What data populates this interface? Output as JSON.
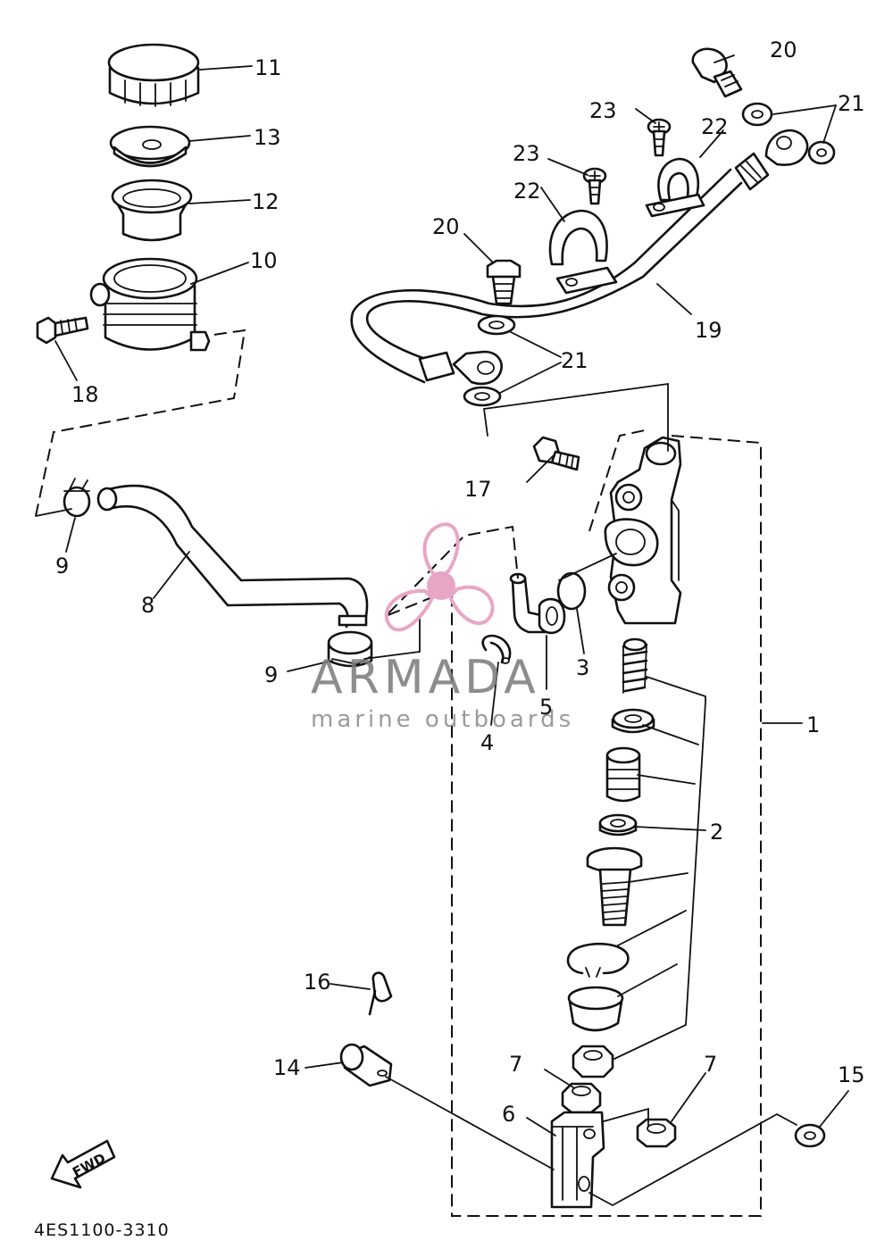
{
  "callouts": [
    {
      "id": "c1",
      "text": "1"
    },
    {
      "id": "c2",
      "text": "2"
    },
    {
      "id": "c3",
      "text": "3"
    },
    {
      "id": "c4",
      "text": "4"
    },
    {
      "id": "c5",
      "text": "5"
    },
    {
      "id": "c6",
      "text": "6"
    },
    {
      "id": "c7a",
      "text": "7"
    },
    {
      "id": "c7b",
      "text": "7"
    },
    {
      "id": "c8",
      "text": "8"
    },
    {
      "id": "c9a",
      "text": "9"
    },
    {
      "id": "c9b",
      "text": "9"
    },
    {
      "id": "c10",
      "text": "10"
    },
    {
      "id": "c11",
      "text": "11"
    },
    {
      "id": "c12",
      "text": "12"
    },
    {
      "id": "c13",
      "text": "13"
    },
    {
      "id": "c14",
      "text": "14"
    },
    {
      "id": "c15",
      "text": "15"
    },
    {
      "id": "c16",
      "text": "16"
    },
    {
      "id": "c17",
      "text": "17"
    },
    {
      "id": "c18",
      "text": "18"
    },
    {
      "id": "c19",
      "text": "19"
    },
    {
      "id": "c20a",
      "text": "20"
    },
    {
      "id": "c20b",
      "text": "20"
    },
    {
      "id": "c21a",
      "text": "21"
    },
    {
      "id": "c21b",
      "text": "21"
    },
    {
      "id": "c22a",
      "text": "22"
    },
    {
      "id": "c22b",
      "text": "22"
    },
    {
      "id": "c23a",
      "text": "23"
    },
    {
      "id": "c23b",
      "text": "23"
    }
  ],
  "diagram_code": "4ES1100-3310",
  "fwd_label": "FWD",
  "watermark": {
    "brand": "ARMADA",
    "tagline": "marine outboards",
    "color": "#e8a6c6"
  }
}
